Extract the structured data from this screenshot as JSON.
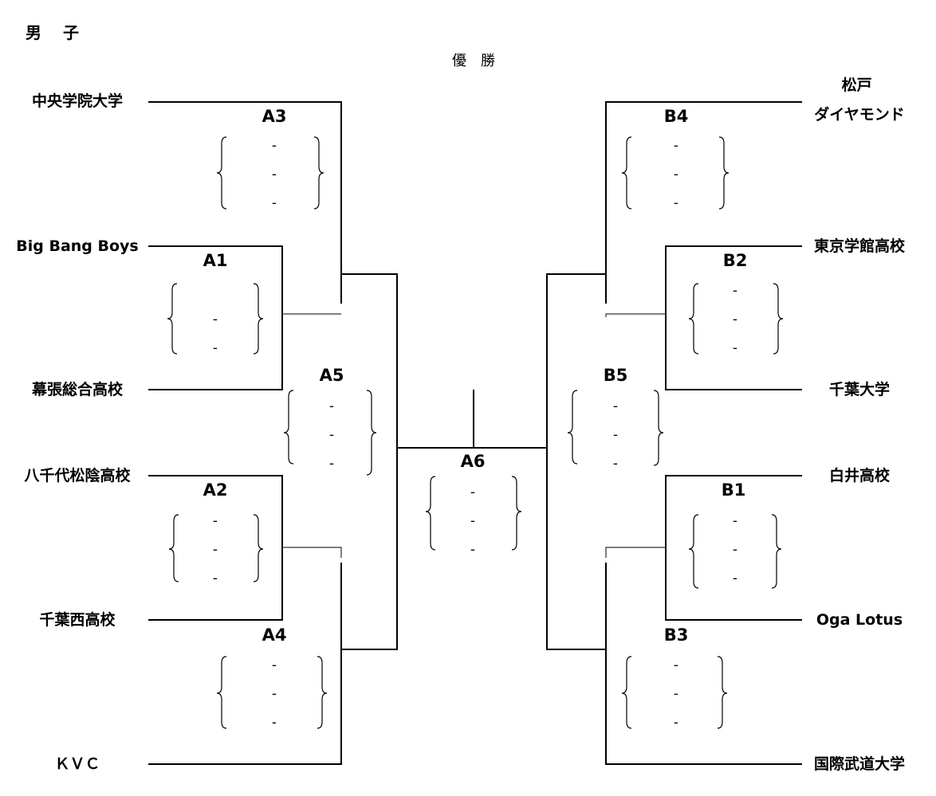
{
  "header": {
    "division": "男　 子",
    "final_title": "優　勝"
  },
  "teams": {
    "left": [
      "中央学院大学",
      "Big Bang Boys",
      "幕張総合高校",
      "八千代松陰高校",
      "千葉西高校",
      "ＫＶＣ"
    ],
    "right": [
      [
        "松戸",
        "ダイヤモンド"
      ],
      [
        "東京学館高校"
      ],
      [
        "千葉大学"
      ],
      [
        "白井高校"
      ],
      [
        "Oga Lotus"
      ],
      [
        "国際武道大学"
      ]
    ]
  },
  "matches": [
    {
      "id": "A3",
      "scores": [
        "-",
        "-",
        "-"
      ]
    },
    {
      "id": "A1",
      "scores": [
        "",
        "-",
        "-"
      ]
    },
    {
      "id": "A5",
      "scores": [
        "-",
        "-",
        "-"
      ]
    },
    {
      "id": "A2",
      "scores": [
        "-",
        "-",
        "-"
      ]
    },
    {
      "id": "A4",
      "scores": [
        "-",
        "-",
        "-"
      ]
    },
    {
      "id": "A6",
      "scores": [
        "-",
        "-",
        "-"
      ]
    },
    {
      "id": "B4",
      "scores": [
        "-",
        "-",
        "-"
      ]
    },
    {
      "id": "B2",
      "scores": [
        "-",
        "-",
        "-"
      ]
    },
    {
      "id": "B5",
      "scores": [
        "-",
        "-",
        "-"
      ]
    },
    {
      "id": "B1",
      "scores": [
        "-",
        "-",
        "-"
      ]
    },
    {
      "id": "B3",
      "scores": [
        "-",
        "-",
        "-"
      ]
    }
  ]
}
